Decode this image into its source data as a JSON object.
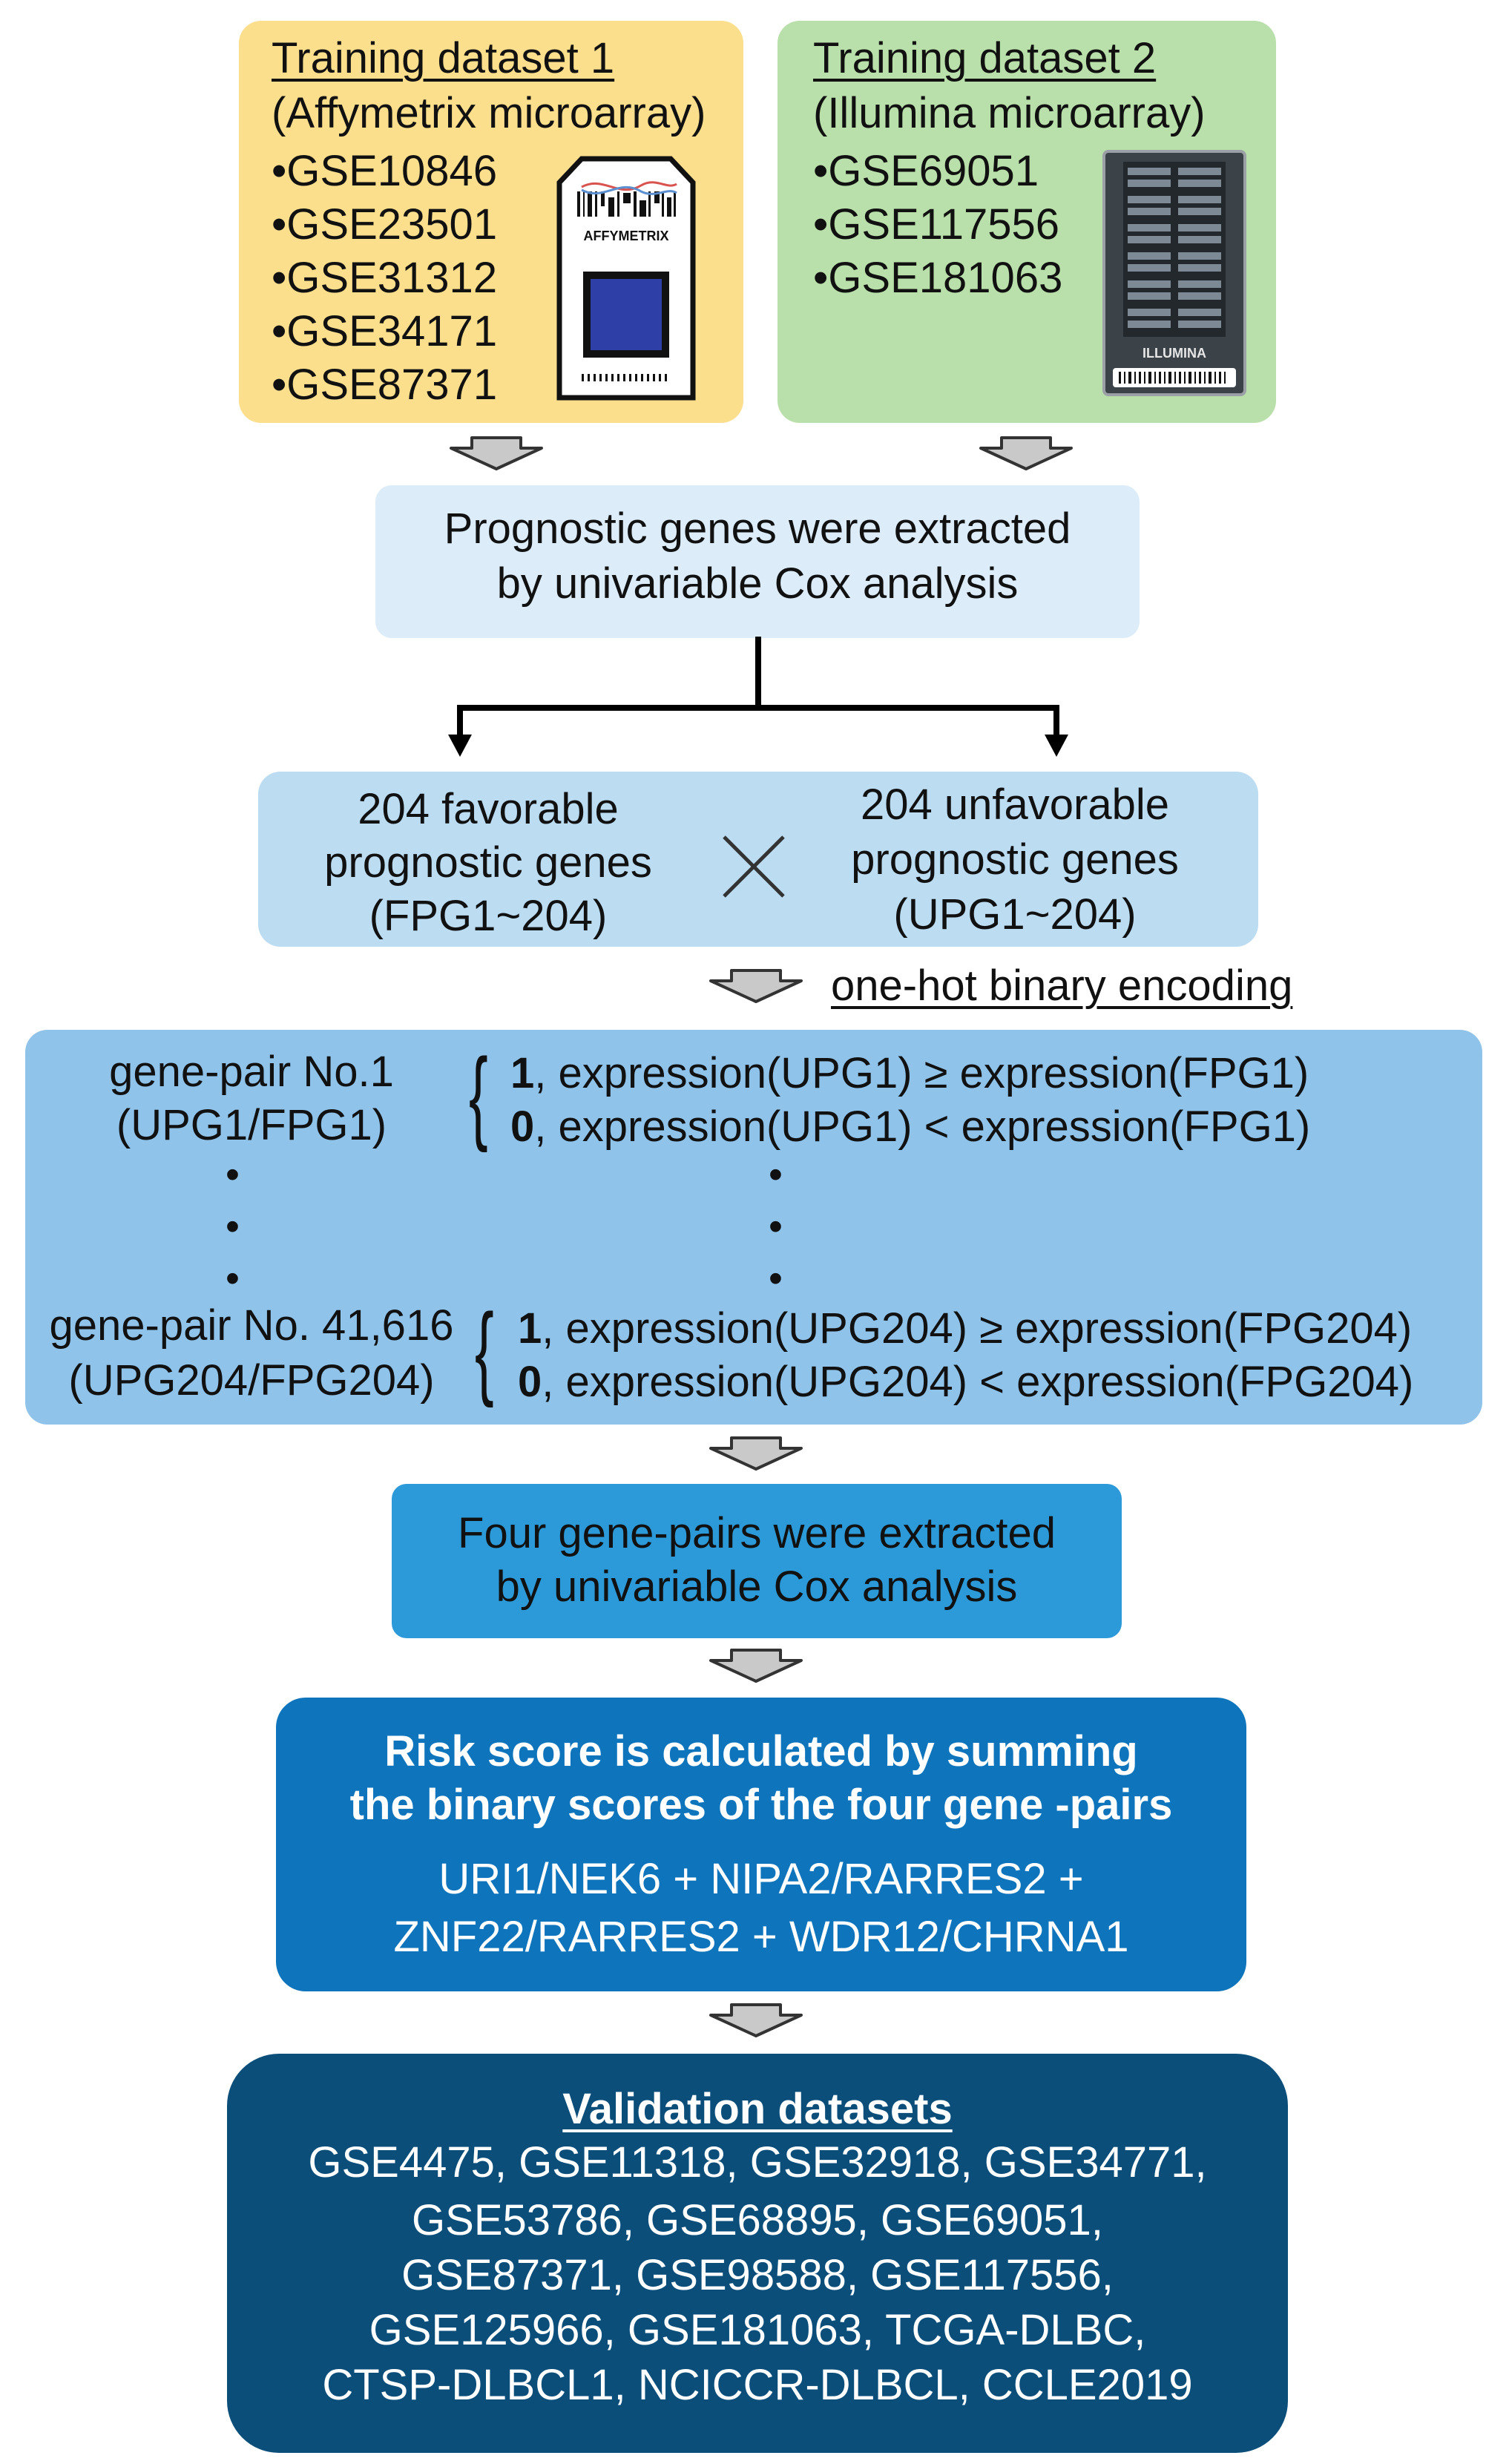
{
  "training1": {
    "title": "Training dataset 1",
    "subtitle": "(Affymetrix  microarray)",
    "items": [
      "•GSE10846",
      "•GSE23501",
      "•GSE31312",
      "•GSE34171",
      "•GSE87371"
    ],
    "chip_label": "AFFYMETRIX",
    "color": "#fbdf8d"
  },
  "training2": {
    "title": "Training dataset 2",
    "subtitle": "(Illumina   microarray)",
    "items": [
      "•GSE69051",
      "•GSE117556",
      "•GSE181063"
    ],
    "chip_label": "ILLUMINA",
    "color": "#b9dfaa"
  },
  "step1": {
    "line1": "Prognostic genes were extracted",
    "line2": "by univariable Cox analysis",
    "color": "#dcecf8"
  },
  "genes": {
    "favorable": [
      "204 favorable",
      "prognostic genes",
      "(FPG1~204)"
    ],
    "unfavorable": [
      "204 unfavorable",
      "prognostic genes",
      "(UPG1~204)"
    ],
    "cross": "✕",
    "color": "#bcdcf2"
  },
  "encoding_label": "one-hot binary encoding",
  "pairs": {
    "first_name": "gene-pair No.1",
    "first_sub": "(UPG1/FPG1)",
    "first_rule1_val": "1",
    "first_rule1_text": ", expression(UPG1) ≥ expression(FPG1)",
    "first_rule0_val": "0",
    "first_rule0_text": ", expression(UPG1) < expression(FPG1)",
    "last_name": "gene-pair No. 41,616",
    "last_sub": "(UPG204/FPG204)",
    "last_rule1_val": "1",
    "last_rule1_text": ", expression(UPG204) ≥ expression(FPG204)",
    "last_rule0_val": "0",
    "last_rule0_text": ", expression(UPG204) < expression(FPG204)",
    "brace": "{",
    "dot": "•",
    "color": "#8fc3ea"
  },
  "step2": {
    "line1": "Four gene-pairs were extracted",
    "line2": "by univariable Cox analysis",
    "color": "#2c9ad8"
  },
  "risk": {
    "line1": "Risk score is calculated by summing",
    "line2": "the binary scores of the four gene  -pairs",
    "formula1": "URI1/NEK6 + NIPA2/RARRES2 +",
    "formula2": "ZNF22/RARRES2 + WDR12/CHRNA1",
    "color": "#0e74bb"
  },
  "validation": {
    "title": "Validation datasets",
    "lines": [
      "GSE4475, GSE11318,  GSE32918, GSE34771,",
      "GSE53786, GSE68895, GSE69051,",
      "GSE87371, GSE98588, GSE117556,",
      "GSE125966, GSE181063, TCGA-DLBC,",
      "CTSP-DLBCL1, NCICCR-DLBCL, CCLE2019"
    ],
    "color": "#0b4e7a"
  }
}
